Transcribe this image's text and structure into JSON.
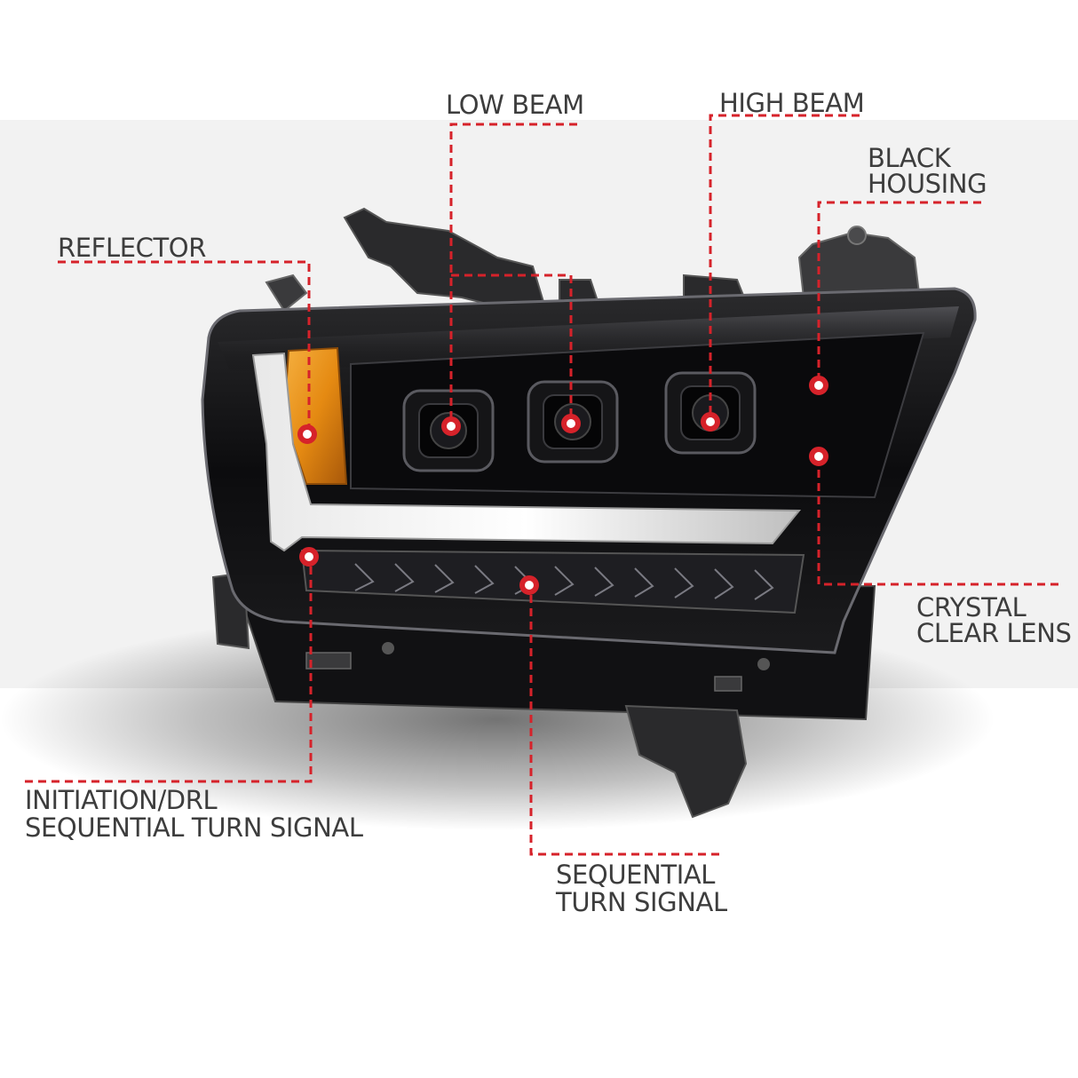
{
  "accent_color": "#d6222a",
  "labels": {
    "low_beam": "LOW BEAM",
    "high_beam": "HIGH BEAM",
    "black_housing": [
      "BLACK",
      "HOUSING"
    ],
    "reflector": "REFLECTOR",
    "crystal_clear_lens": [
      "CRYSTAL",
      "CLEAR LENS"
    ],
    "initiation_drl": [
      "INITIATION/DRL",
      "SEQUENTIAL TURN SIGNAL"
    ],
    "sequential_turn_signal": [
      "SEQUENTIAL",
      "TURN SIGNAL"
    ]
  }
}
